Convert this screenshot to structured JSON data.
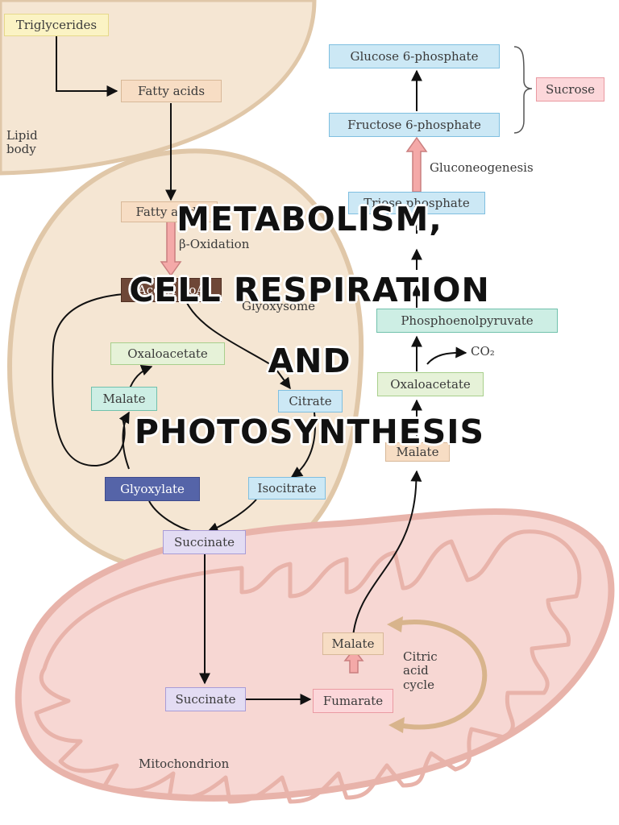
{
  "title_lines": [
    "Metabolism,",
    "cell respiration",
    "and",
    "photosynthesis"
  ],
  "regions": {
    "lipid_body": "Lipid\nbody",
    "glyoxysome": "Glyoxysome",
    "mitochondrion": "Mitochondrion"
  },
  "process_labels": {
    "beta_oxidation": "β-Oxidation",
    "gluconeogenesis": "Gluconeogenesis",
    "citric_acid_cycle": "Citric\nacid\ncycle",
    "co2": "CO₂"
  },
  "boxes": {
    "triglycerides": "Triglycerides",
    "fatty_acids_lipid": "Fatty acids",
    "fatty_acids_glyox": "Fatty acids",
    "acetyl_coa": "Acetyl CoA",
    "oxaloacetate_glyox": "Oxaloacetate",
    "malate_glyox": "Malate",
    "citrate": "Citrate",
    "glyoxylate": "Glyoxylate",
    "isocitrate": "Isocitrate",
    "succinate_glyox": "Succinate",
    "succinate_mito": "Succinate",
    "fumarate": "Fumarate",
    "malate_mito": "Malate",
    "malate_cyto": "Malate",
    "oxaloacetate_cyto": "Oxaloacetate",
    "phosphoenolpyruvate": "Phosphoenolpyruvate",
    "triose_phosphate": "Triose phosphate",
    "fructose_6_phosphate": "Fructose 6-phosphate",
    "glucose_6_phosphate": "Glucose 6-phosphate",
    "sucrose": "Sucrose"
  },
  "colors": {
    "organelle_fill": "#f5e6d3",
    "organelle_edge": "#e0c7a8",
    "mito_fill": "#f7d7d3",
    "mito_edge": "#e8b3aa",
    "cycle_arrow": "#d8b48c",
    "hollow_arrow": "#f4a9a8"
  }
}
